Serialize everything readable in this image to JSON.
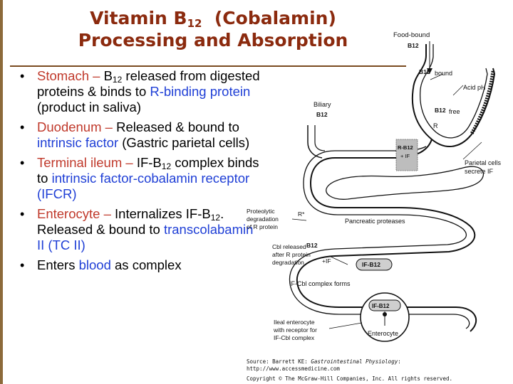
{
  "title": {
    "line1_prefix": "Vitamin B",
    "line1_sub": "12",
    "line1_suffix": "  (Cobalamin)",
    "line2": "Processing and Absorption"
  },
  "bullets": [
    {
      "term": "Stomach – ",
      "b_prefix": "B",
      "b_sub": "12",
      "text1": " released from digested proteins & binds to ",
      "highlight": "R-binding protein",
      "text2": " (product in saliva)"
    },
    {
      "term": "Duodenum – ",
      "text1": "Released & bound to ",
      "highlight": "intrinsic factor",
      "text2": " (Gastric parietal cells)"
    },
    {
      "term": "Terminal ileum – ",
      "text1": " IF-B",
      "sub": "12",
      "text2": " complex binds to ",
      "highlight": "intrinsic factor-cobalamin receptor (IFCR)"
    },
    {
      "term": "Enterocyte – ",
      "text1": " Internalizes IF-B",
      "sub": "12",
      "text2": ". Released & bound to ",
      "highlight": "transcolabamin II (TC II)"
    },
    {
      "text1": "Enters ",
      "highlight": "blood",
      "text2": " as complex"
    }
  ],
  "diagram": {
    "food_bound": "Food-bound",
    "b12_food": "B12",
    "b12_bound": "bound",
    "acid_ph": "Acid pH",
    "b12_free": "free",
    "r": "R",
    "r_b12": "R-B12",
    "plus_if": "+ IF",
    "parietal_1": "Parietal cells",
    "parietal_2": "secrete IF",
    "biliary": "Biliary",
    "b12_biliary": "B12",
    "proteolytic_1": "Proteolytic",
    "proteolytic_2": "degradation",
    "proteolytic_3": "of R protein",
    "r_star": "R*",
    "pancreatic": "Pancreatic proteases",
    "b12_lower": "B12",
    "cbl_1": "Cbl released",
    "cbl_2": "after R protein",
    "cbl_3": "degradation",
    "plus_if_lower": "+IF",
    "if_b12": "IF-B12",
    "complex_forms": "IF-Cbl complex forms",
    "if_b12_cell": "IF-B12",
    "enterocyte": "Enterocyte",
    "ileal_1": "Ileal enterocyte",
    "ileal_2": "with receptor for",
    "ileal_3": "IF-Cbl complex"
  },
  "source": {
    "prefix": "Source: Barrett KE: ",
    "journal": "Gastrointestinal Physiology",
    "suffix": ":",
    "url": "http://www.accessmedicine.com"
  },
  "copyright": "Copyright © The McGraw-Hill Companies, Inc. All rights reserved."
}
